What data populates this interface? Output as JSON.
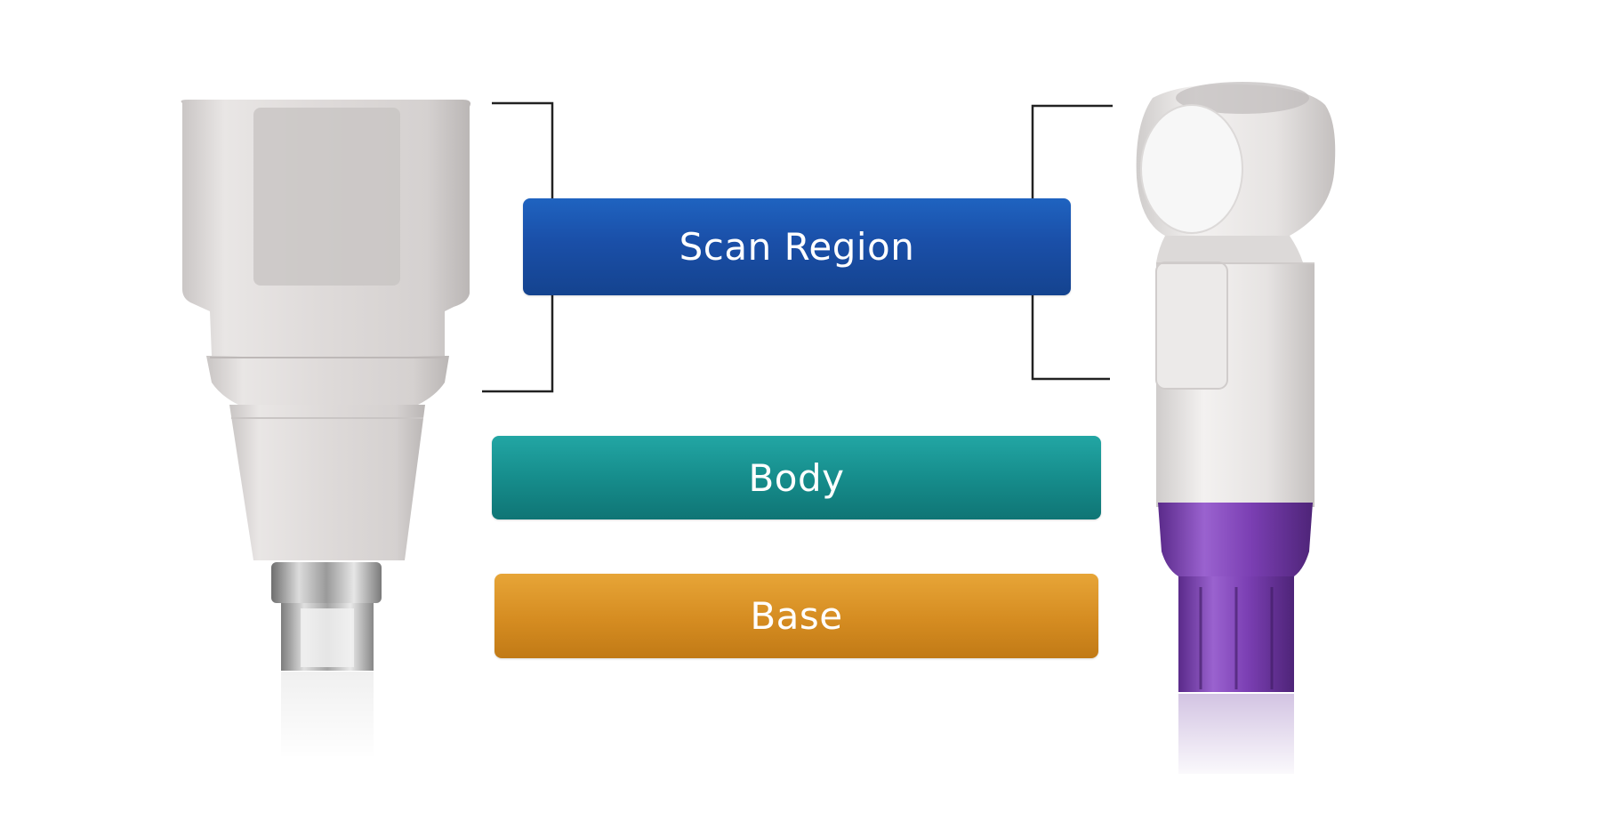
{
  "labels": {
    "scan_region": "Scan Region",
    "body": "Body",
    "base": "Base"
  },
  "colors": {
    "scan_region": "#1a4fa8",
    "body": "#168d8c",
    "base": "#d58c21",
    "bracket": "#222222",
    "purple_base": "#7b3fb3",
    "ceramic": "#e7e4e3"
  },
  "icons": {
    "left_component": "scan-body-abutment-titanium-base",
    "right_component": "scan-body-abutment-purple-base"
  }
}
